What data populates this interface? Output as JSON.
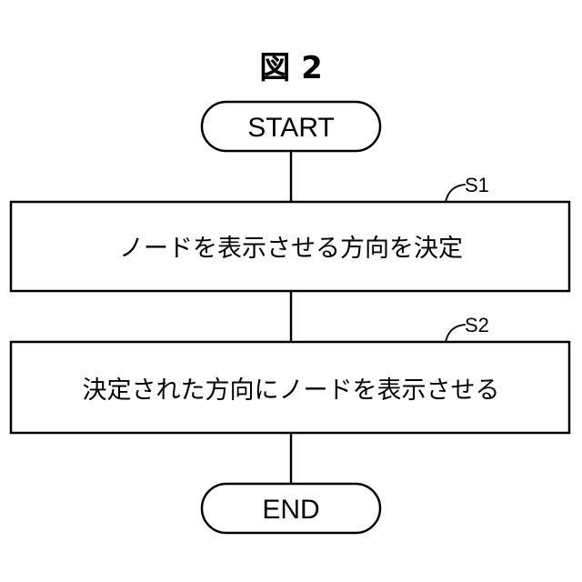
{
  "figure": {
    "title": "図 2"
  },
  "start": {
    "label": "START"
  },
  "steps": [
    {
      "id": "S1",
      "text": "ノードを表示させる方向を決定"
    },
    {
      "id": "S2",
      "text": "決定された方向にノードを表示させる"
    }
  ],
  "end": {
    "label": "END"
  }
}
